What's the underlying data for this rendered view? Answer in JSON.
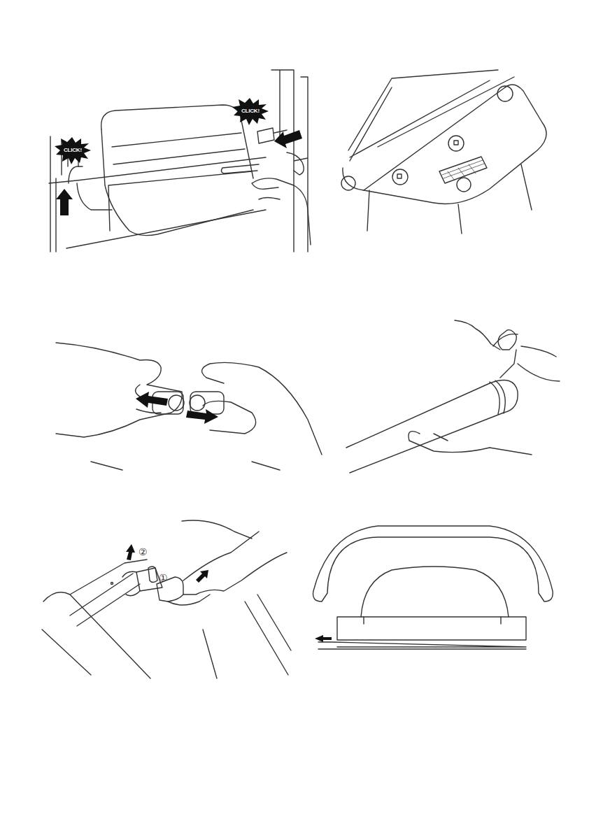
{
  "diagram": {
    "labels": [
      "CLICK!",
      "CLICK!",
      "②",
      "①"
    ]
  }
}
